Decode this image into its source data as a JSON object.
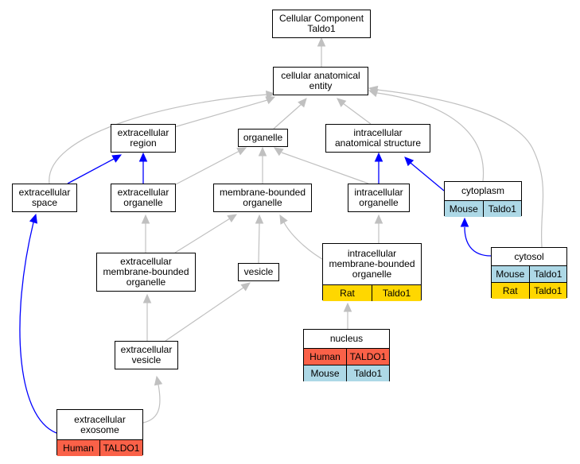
{
  "colors": {
    "is_a_edge": "#c0c0c0",
    "part_of_edge": "#0000ff",
    "Human": "#fa6148",
    "Mouse": "#add8e6",
    "Rat": "#ffd700"
  },
  "nodes": [
    {
      "id": "root",
      "label": "Cellular Component\nTaldo1",
      "orthologs": []
    },
    {
      "id": "cae",
      "label": "cellular anatomical\nentity",
      "orthologs": []
    },
    {
      "id": "ecr",
      "label": "extracellular\nregion",
      "orthologs": []
    },
    {
      "id": "org",
      "label": "organelle",
      "orthologs": []
    },
    {
      "id": "ias",
      "label": "intracellular\nanatomical structure",
      "orthologs": []
    },
    {
      "id": "ecs",
      "label": "extracellular\nspace",
      "orthologs": []
    },
    {
      "id": "eco",
      "label": "extracellular\norganelle",
      "orthologs": []
    },
    {
      "id": "mbo",
      "label": "membrane-bounded\norganelle",
      "orthologs": []
    },
    {
      "id": "ico",
      "label": "intracellular\norganelle",
      "orthologs": []
    },
    {
      "id": "cyt",
      "label": "cytoplasm",
      "orthologs": [
        [
          "Mouse",
          "Taldo1"
        ]
      ]
    },
    {
      "id": "emb",
      "label": "extracellular\nmembrane-bounded\norganelle",
      "orthologs": []
    },
    {
      "id": "ves",
      "label": "vesicle",
      "orthologs": []
    },
    {
      "id": "imb",
      "label": "intracellular\nmembrane-bounded\norganelle",
      "orthologs": [
        [
          "Rat",
          "Taldo1"
        ]
      ]
    },
    {
      "id": "csl",
      "label": "cytosol",
      "orthologs": [
        [
          "Mouse",
          "Taldo1"
        ],
        [
          "Rat",
          "Taldo1"
        ]
      ]
    },
    {
      "id": "nuc",
      "label": "nucleus",
      "orthologs": [
        [
          "Human",
          "TALDO1"
        ],
        [
          "Mouse",
          "Taldo1"
        ]
      ]
    },
    {
      "id": "ecv",
      "label": "extracellular\nvesicle",
      "orthologs": []
    },
    {
      "id": "exo",
      "label": "extracellular\nexosome",
      "orthologs": [
        [
          "Human",
          "TALDO1"
        ]
      ]
    }
  ],
  "edges": [
    {
      "from": "cae",
      "to": "root",
      "relation": "is_a"
    },
    {
      "from": "ecr",
      "to": "cae",
      "relation": "is_a"
    },
    {
      "from": "org",
      "to": "cae",
      "relation": "is_a"
    },
    {
      "from": "ias",
      "to": "cae",
      "relation": "is_a"
    },
    {
      "from": "ecs",
      "to": "cae",
      "relation": "is_a"
    },
    {
      "from": "cyt",
      "to": "cae",
      "relation": "is_a"
    },
    {
      "from": "csl",
      "to": "cae",
      "relation": "is_a"
    },
    {
      "from": "ecs",
      "to": "ecr",
      "relation": "part_of"
    },
    {
      "from": "eco",
      "to": "ecr",
      "relation": "part_of"
    },
    {
      "from": "eco",
      "to": "org",
      "relation": "is_a"
    },
    {
      "from": "mbo",
      "to": "org",
      "relation": "is_a"
    },
    {
      "from": "ico",
      "to": "org",
      "relation": "is_a"
    },
    {
      "from": "ico",
      "to": "ias",
      "relation": "part_of"
    },
    {
      "from": "cyt",
      "to": "ias",
      "relation": "part_of"
    },
    {
      "from": "emb",
      "to": "eco",
      "relation": "is_a"
    },
    {
      "from": "emb",
      "to": "mbo",
      "relation": "is_a"
    },
    {
      "from": "ves",
      "to": "mbo",
      "relation": "is_a"
    },
    {
      "from": "imb",
      "to": "mbo",
      "relation": "is_a"
    },
    {
      "from": "imb",
      "to": "ico",
      "relation": "is_a"
    },
    {
      "from": "csl",
      "to": "cyt",
      "relation": "part_of"
    },
    {
      "from": "nuc",
      "to": "imb",
      "relation": "is_a"
    },
    {
      "from": "ecv",
      "to": "emb",
      "relation": "is_a"
    },
    {
      "from": "ecv",
      "to": "ves",
      "relation": "is_a"
    },
    {
      "from": "exo",
      "to": "ecv",
      "relation": "is_a"
    },
    {
      "from": "exo",
      "to": "ecs",
      "relation": "part_of"
    }
  ]
}
